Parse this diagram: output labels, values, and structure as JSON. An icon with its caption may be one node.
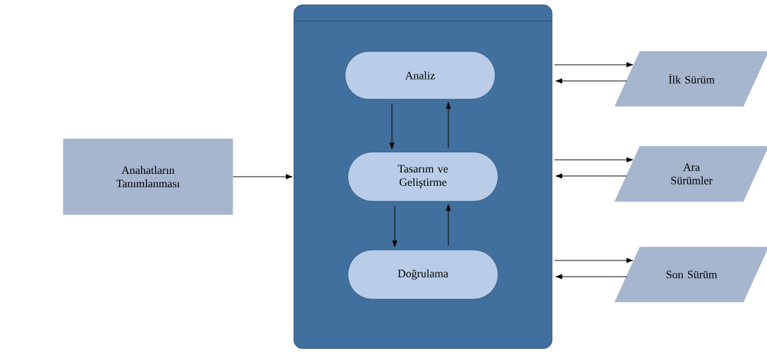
{
  "diagram": {
    "nodes": [
      {
        "text": [
          "Anahatların Tanımlanması"
        ]
      },
      {
        "text": [],
        "shape": "box"
      },
      {
        "text": [
          "Analiz"
        ],
        "in": 1
      },
      {
        "text": [
          "Tasarım ve Geliştirme"
        ],
        "in": 1
      },
      {
        "text": [
          "Doğrulama"
        ],
        "in": 1
      },
      {
        "text": [
          "İlk Sürüm"
        ]
      },
      {
        "text": [
          "Ara Sürümler"
        ]
      },
      {
        "text": [
          "Son Sürüm"
        ]
      }
    ],
    "edges": [
      {
        "from": 0,
        "to": 1,
        "arrow": "to"
      },
      {
        "from": 2,
        "to": 3,
        "arrow": "to"
      },
      {
        "from": 3,
        "to": 2,
        "arrow": "to"
      },
      {
        "from": 3,
        "to": 4,
        "arrow": "to"
      },
      {
        "from": 4,
        "to": 3,
        "arrow": "to"
      },
      {
        "from": 1,
        "to": 5,
        "arrow": "to"
      },
      {
        "from": 5,
        "to": 1,
        "arrow": "to"
      },
      {
        "from": 1,
        "to": 6,
        "arrow": "to"
      },
      {
        "from": 6,
        "to": 1,
        "arrow": "to"
      },
      {
        "from": 1,
        "to": 7,
        "arrow": "to"
      },
      {
        "from": 7,
        "to": 1,
        "arrow": "to"
      }
    ]
  }
}
